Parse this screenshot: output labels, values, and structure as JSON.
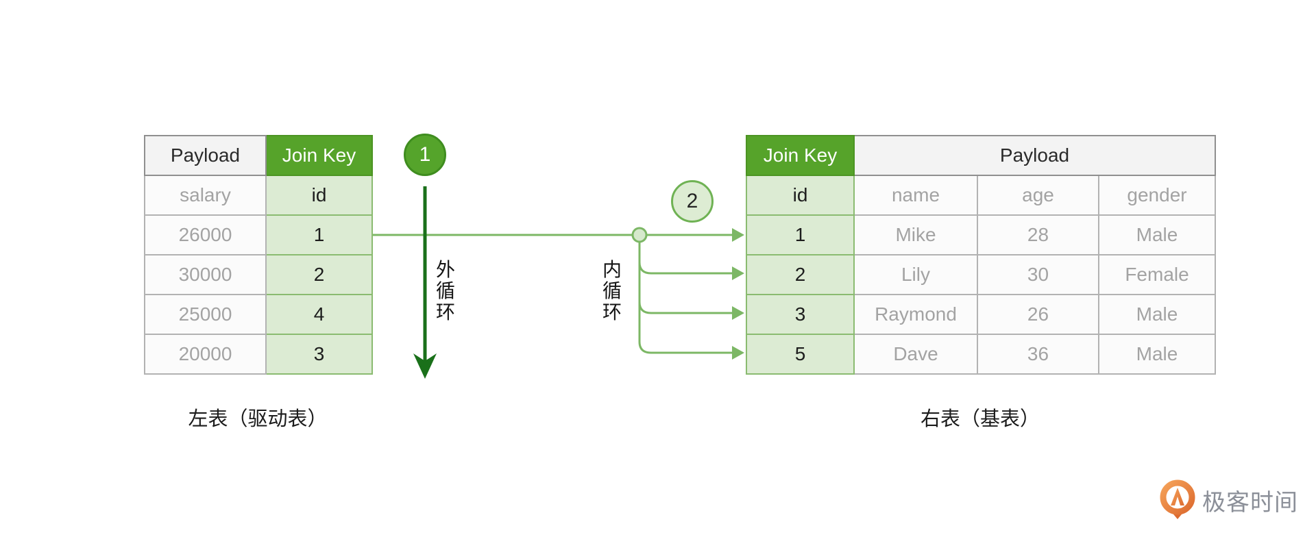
{
  "diagram": {
    "left_table": {
      "label": "左表（驱动表）",
      "headers": [
        "Payload",
        "Join Key"
      ],
      "rows": [
        [
          "salary",
          "id"
        ],
        [
          "26000",
          "1"
        ],
        [
          "30000",
          "2"
        ],
        [
          "25000",
          "4"
        ],
        [
          "20000",
          "3"
        ]
      ]
    },
    "right_table": {
      "label": "右表（基表）",
      "headers": [
        "Join Key",
        "Payload"
      ],
      "rows": [
        [
          "id",
          "name",
          "age",
          "gender"
        ],
        [
          "1",
          "Mike",
          "28",
          "Male"
        ],
        [
          "2",
          "Lily",
          "30",
          "Female"
        ],
        [
          "3",
          "Raymond",
          "26",
          "Male"
        ],
        [
          "5",
          "Dave",
          "36",
          "Male"
        ]
      ]
    },
    "outer_loop": {
      "badge": "1",
      "label": "外循环"
    },
    "inner_loop": {
      "badge": "2",
      "label": "内循环"
    },
    "colors": {
      "header_green": "#56a32a",
      "cell_green": "#dcebd3",
      "line_green": "#7cb765",
      "outer_arrow_green": "#1a701a",
      "brand_orange": "#e8793a"
    }
  },
  "footer": {
    "brand": "极客时间"
  }
}
